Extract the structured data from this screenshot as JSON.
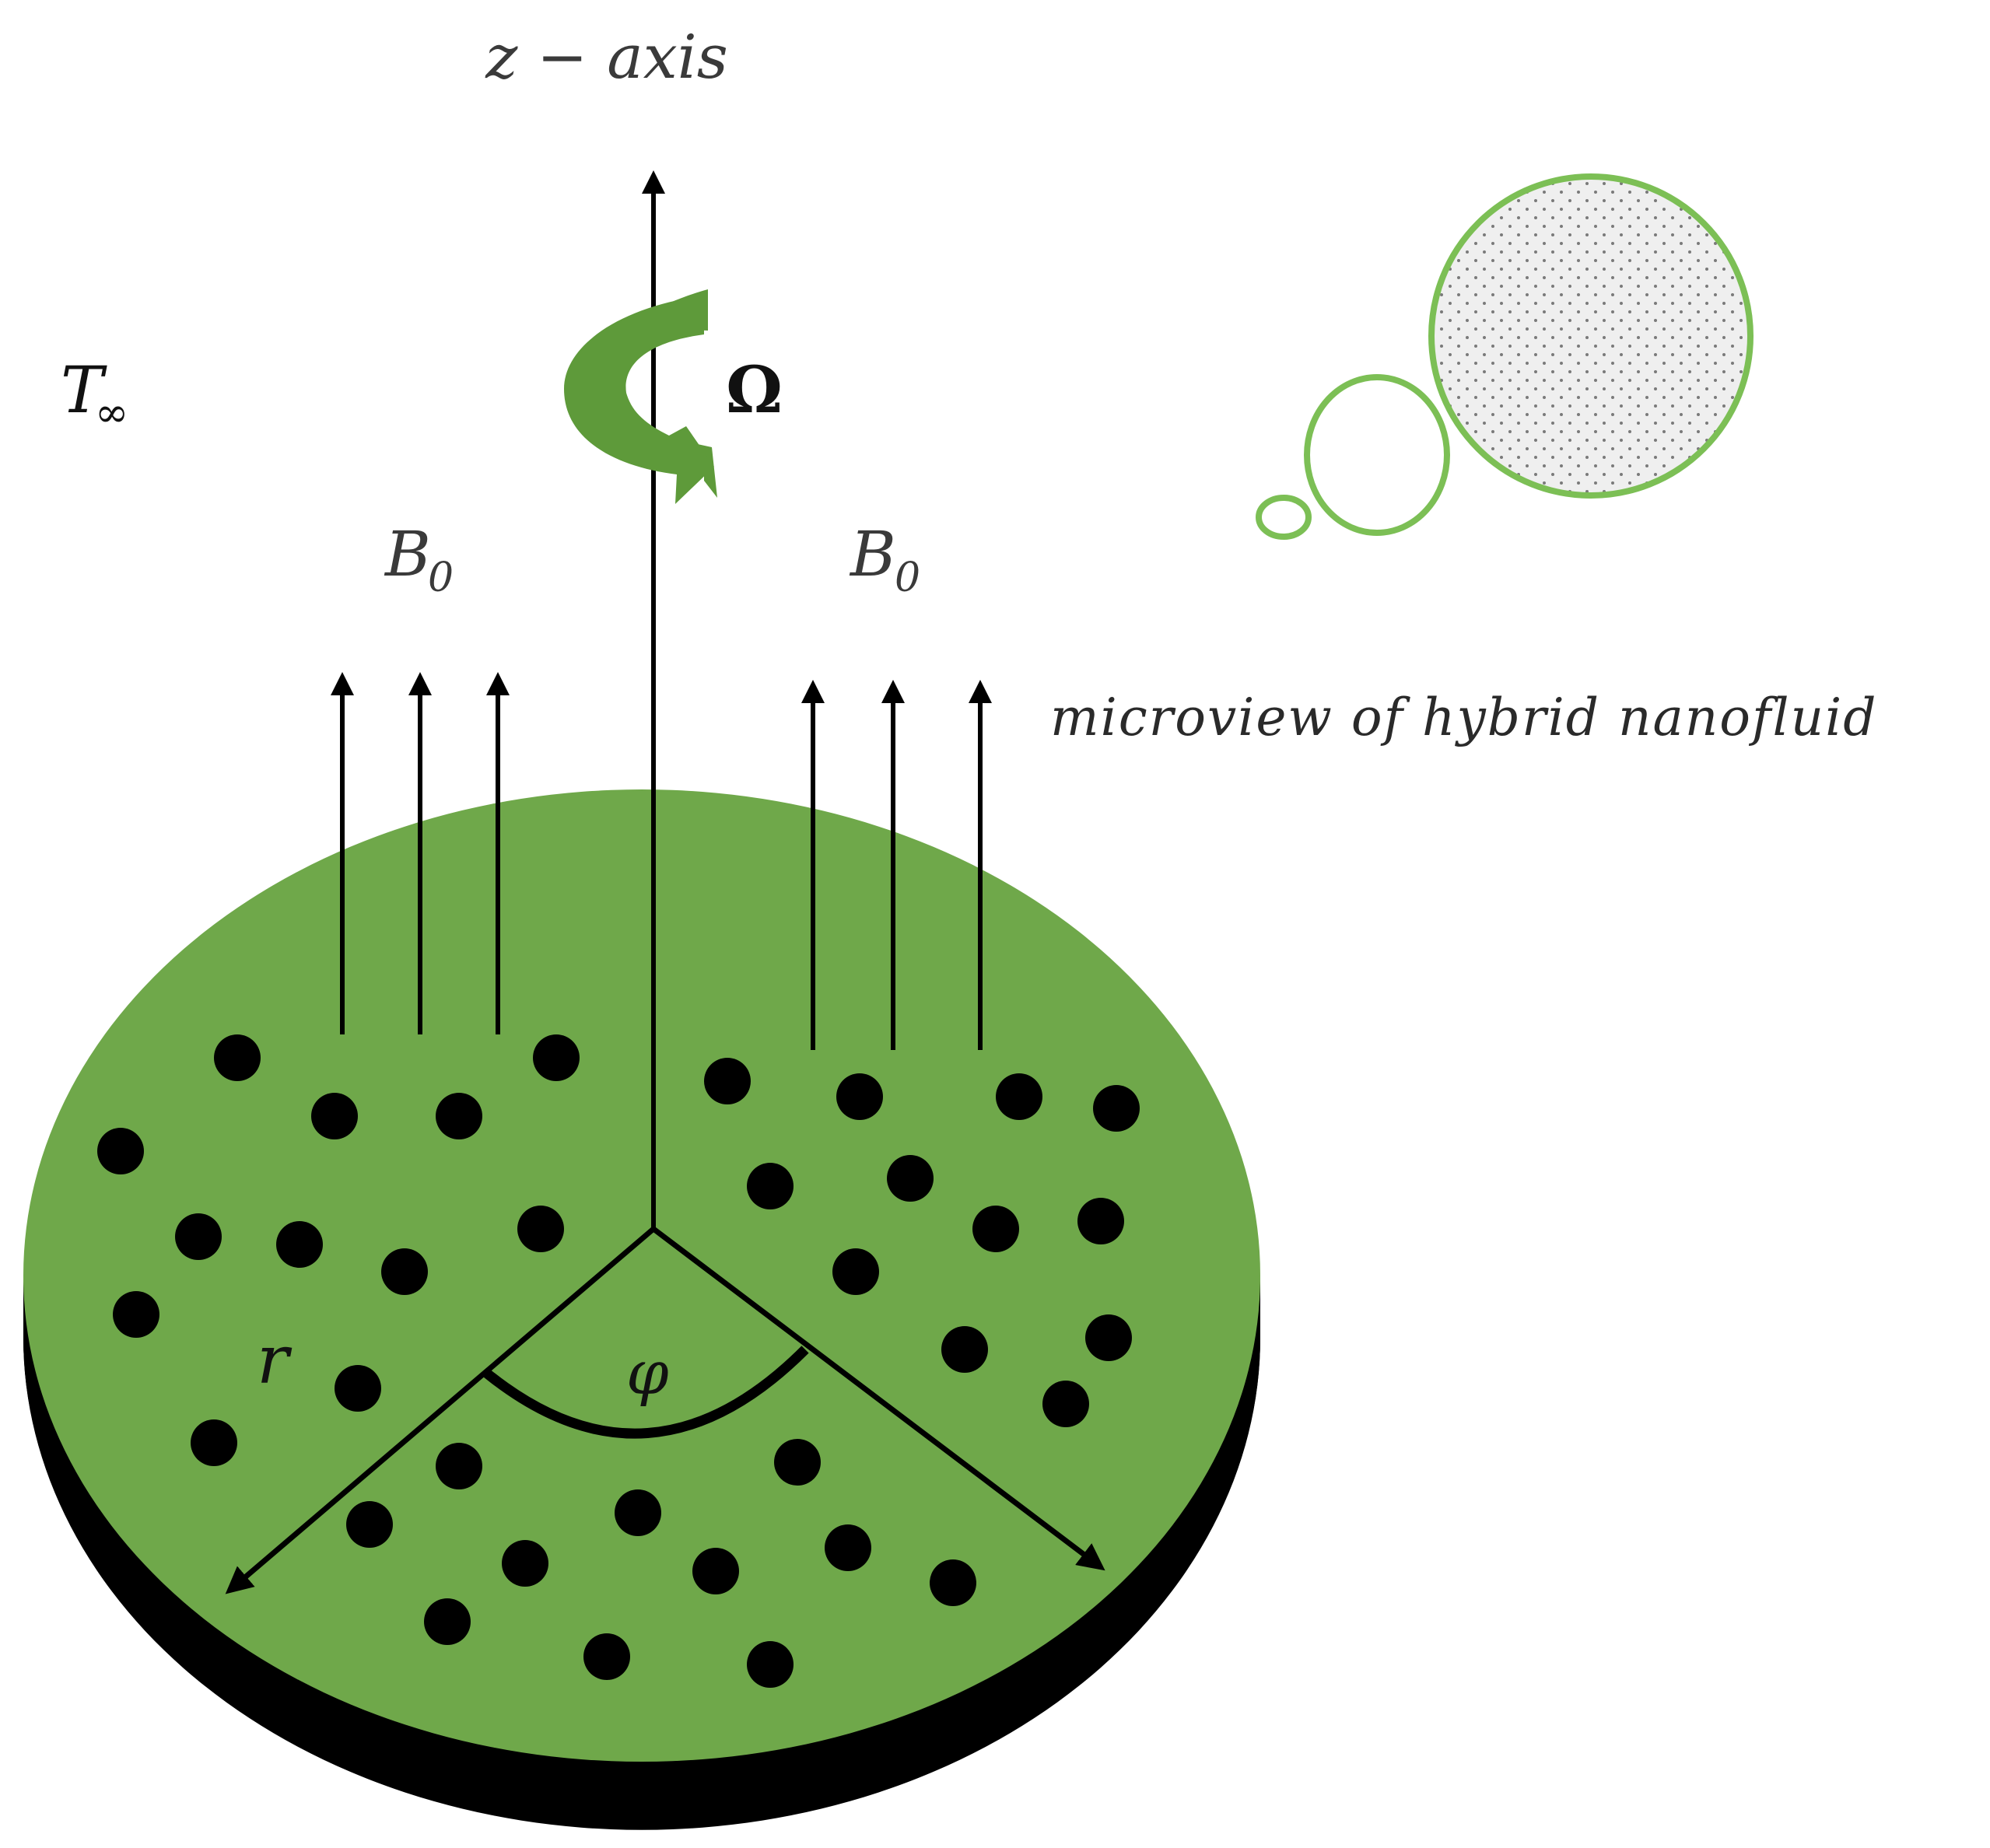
{
  "labels": {
    "z_axis": "z − axis",
    "ambient_temperature": "T",
    "ambient_temperature_subscript": "∞",
    "angular_velocity": "Ω",
    "magnetic_field_left": "B",
    "magnetic_field_left_subscript": "0",
    "magnetic_field_right": "B",
    "magnetic_field_right_subscript": "0",
    "radius": "r",
    "angle": "φ",
    "microview_caption": "microview of hybrid nanofluid"
  },
  "colors": {
    "disk_fill": "#6fa84a",
    "disk_edge": "#000000",
    "rotation_arrow": "#5e9a3a",
    "bubble_stroke": "#7cbf55",
    "bubble_fill": "#efefef",
    "nanoparticle": "#000000"
  },
  "icons": {
    "rotation": "curved-arrow-icon",
    "microview": "thought-bubble-icon"
  }
}
